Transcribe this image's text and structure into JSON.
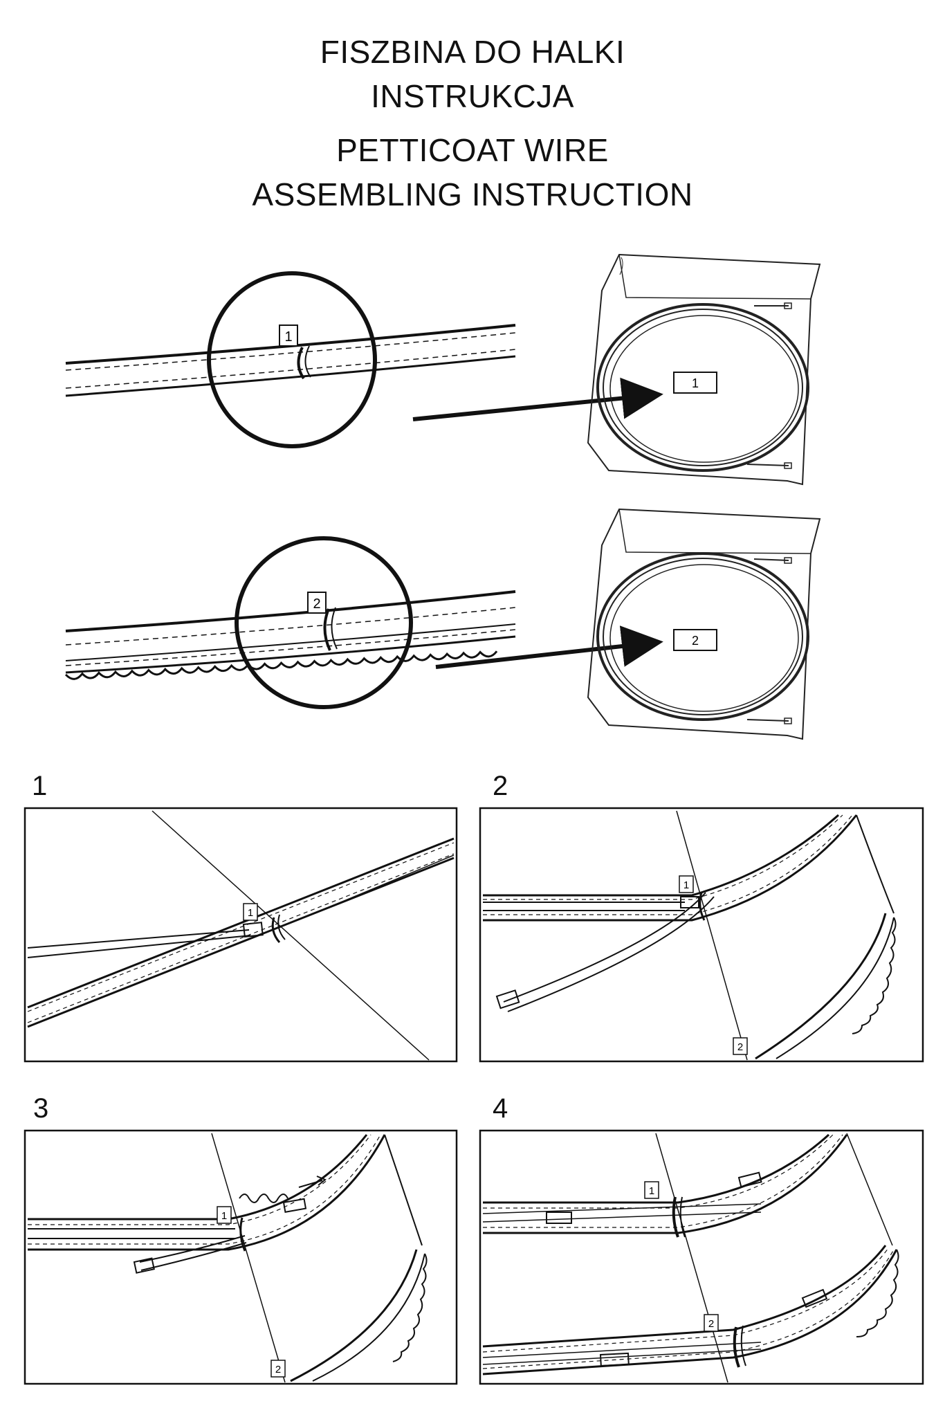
{
  "header": {
    "title_pl_line1": "FISZBINA DO HALKI",
    "title_pl_line2": "INSTRUKCJA",
    "title_en_line1": "PETTICOAT WIRE",
    "title_en_line2": "ASSEMBLING INSTRUCTION"
  },
  "overview": {
    "row1": {
      "circle_label": "1",
      "bag_label": "1"
    },
    "row2": {
      "circle_label": "2",
      "bag_label": "2"
    }
  },
  "steps": [
    {
      "number": "1",
      "labels": [
        "1"
      ]
    },
    {
      "number": "2",
      "labels": [
        "1",
        "2"
      ]
    },
    {
      "number": "3",
      "labels": [
        "1",
        "2"
      ]
    },
    {
      "number": "4",
      "labels": [
        "1",
        "2"
      ]
    }
  ]
}
